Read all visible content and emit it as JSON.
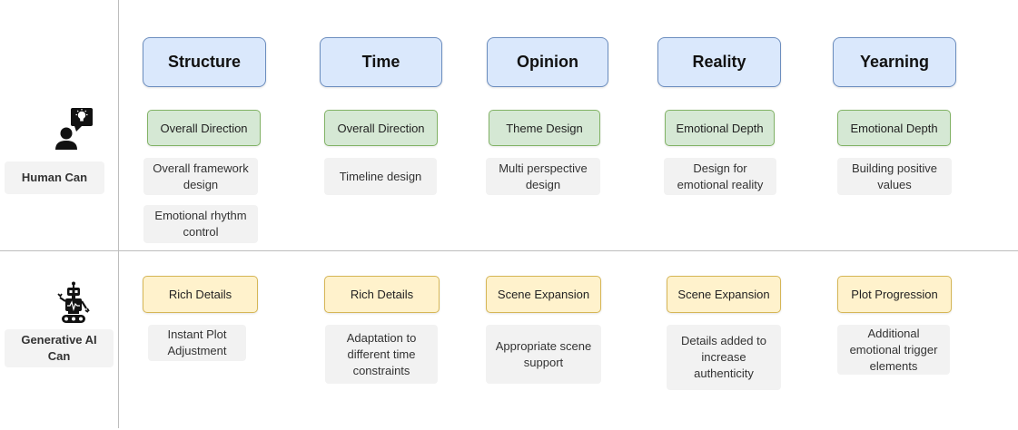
{
  "rows": {
    "human_label": "Human Can",
    "ai_label": "Generative AI\nCan",
    "human_icon": "person-idea-icon",
    "ai_icon": "robot-icon"
  },
  "columns": [
    {
      "header": "Structure",
      "human_tag": "Overall Direction",
      "human_notes": [
        "Overall framework\ndesign",
        "Emotional rhythm\ncontrol"
      ],
      "ai_tag": "Rich Details",
      "ai_notes": [
        "Instant Plot\nAdjustment"
      ]
    },
    {
      "header": "Time",
      "human_tag": "Overall Direction",
      "human_notes": [
        "Timeline design"
      ],
      "ai_tag": "Rich Details",
      "ai_notes": [
        "Adaptation to\ndifferent time\nconstraints"
      ]
    },
    {
      "header": "Opinion",
      "human_tag": "Theme Design",
      "human_notes": [
        "Multi perspective\ndesign"
      ],
      "ai_tag": "Scene Expansion",
      "ai_notes": [
        "Appropriate scene\nsupport"
      ]
    },
    {
      "header": "Reality",
      "human_tag": "Emotional Depth",
      "human_notes": [
        "Design for\nemotional reality"
      ],
      "ai_tag": "Scene Expansion",
      "ai_notes": [
        "Details added to\nincrease\nauthenticity"
      ]
    },
    {
      "header": "Yearning",
      "human_tag": "Emotional Depth",
      "human_notes": [
        "Building positive\nvalues"
      ],
      "ai_tag": "Plot Progression",
      "ai_notes": [
        "Additional\nemotional trigger\nelements"
      ]
    }
  ],
  "colors": {
    "header_fill": "#dae8fc",
    "header_stroke": "#6c8ebf",
    "human_tag_fill": "#d5e8d4",
    "human_tag_stroke": "#82b366",
    "ai_tag_fill": "#fff2cc",
    "ai_tag_stroke": "#d6b656",
    "note_fill": "#f2f2f2"
  }
}
